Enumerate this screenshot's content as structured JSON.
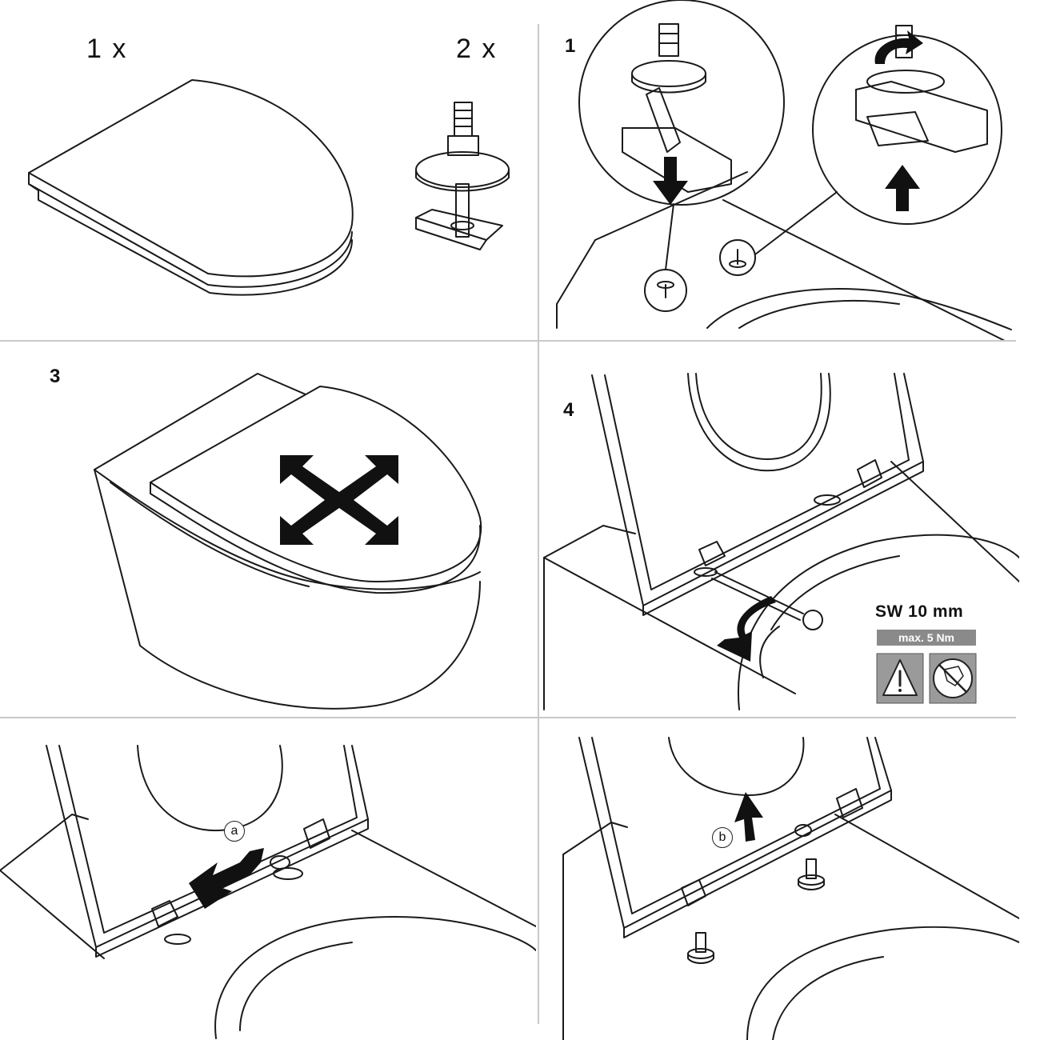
{
  "parts": {
    "seat_quantity": "1 x",
    "fixing_quantity": "2 x"
  },
  "steps": {
    "step1": "1",
    "step3": "3",
    "step4": "4"
  },
  "callouts": {
    "a": "a",
    "b": "b"
  },
  "tool": {
    "wrench_size": "SW 10 mm",
    "max_torque": "max. 5 Nm"
  },
  "colors": {
    "line": "#1a1a1a",
    "divider": "#c9c9c9",
    "badge_gray": "#8a8a8a"
  },
  "icons": [
    "warning-triangle-icon",
    "no-power-tool-icon",
    "arrow-down-icon",
    "arrow-up-icon",
    "rotate-arrow-icon",
    "move-cross-arrows-icon",
    "double-arrow-icon",
    "wrench-icon"
  ]
}
